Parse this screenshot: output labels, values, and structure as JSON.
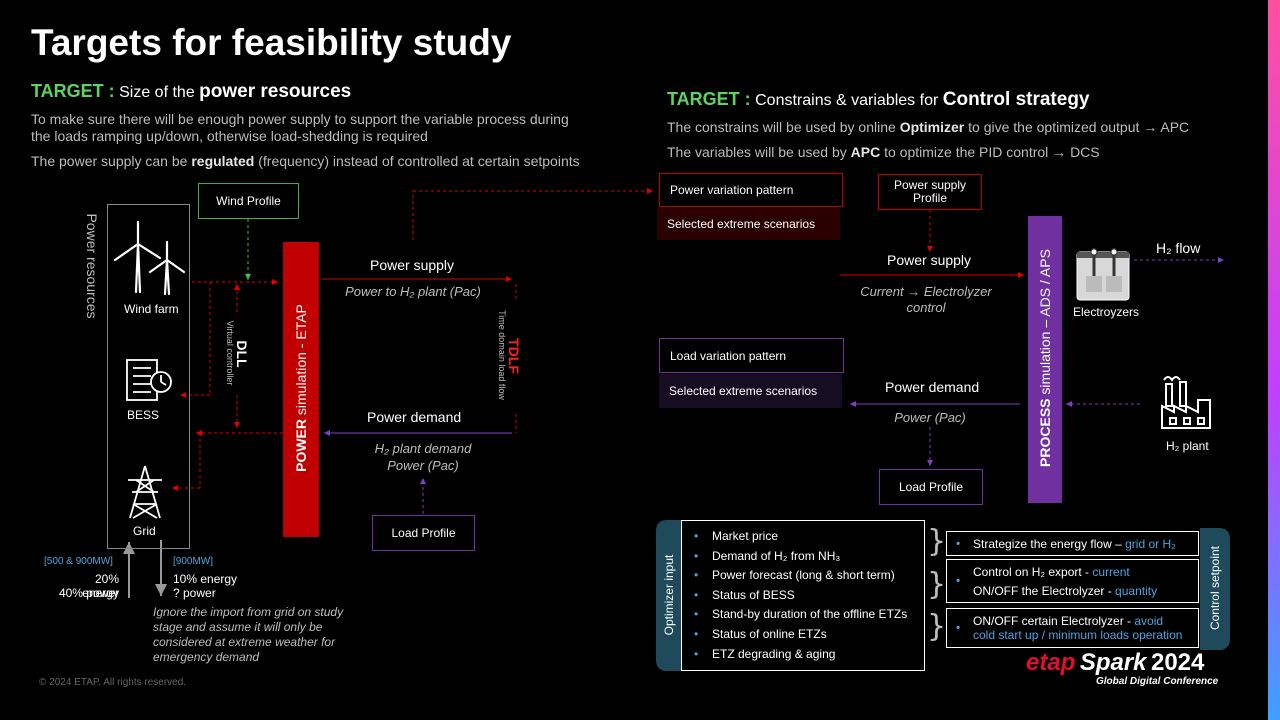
{
  "title": "Targets for feasibility study",
  "left_target": {
    "key": "TARGET :",
    "pre": "Size of the",
    "bold": "power resources",
    "para1": "To make sure there will be enough power supply to support the variable process during the loads ramping up/down, otherwise load-shedding is required",
    "para2_pre": "The power supply can be",
    "para2_bold": "regulated",
    "para2_post": "(frequency) instead of controlled at certain setpoints"
  },
  "right_target": {
    "key": "TARGET :",
    "pre": "Constrains & variables for",
    "bold": "Control strategy",
    "line1_pre": "The constrains will be used by online",
    "line1_bold": "Optimizer",
    "line1_post": "to give the optimized output → APC",
    "line2_pre": "The variables will be used by",
    "line2_bold": "APC",
    "line2_post": "to optimize the PID control → DCS"
  },
  "power_side": {
    "resources_label": "Power resources",
    "wind_farm": "Wind farm",
    "bess": "BESS",
    "grid": "Grid",
    "wind_profile": "Wind Profile",
    "dll": "DLL",
    "dll_sub": "Virtual controller",
    "power_sim_bold": "POWER",
    "power_sim_rest": " simulation - ETAP",
    "power_supply": "Power supply",
    "power_supply_sub": "Power to H₂ plant (Pac)",
    "tdlf": "TDLF",
    "tdlf_sub": "Time domain load flow",
    "power_demand": "Power demand",
    "power_demand_sub1": "H₂ plant demand",
    "power_demand_sub2": "Power (Pac)",
    "load_profile": "Load Profile",
    "grid_import_range": "[500 & 900MW]",
    "grid_import_1": "20% energy",
    "grid_import_2": "40% power",
    "grid_export_range": "[900MW]",
    "grid_export_1": "10% energy",
    "grid_export_2": "? power",
    "note": "Ignore the import from grid on study stage and assume it will only be considered at extreme weather for emergency demand"
  },
  "process_side": {
    "power_variation": "Power variation pattern",
    "selected_1": "Selected extreme scenarios",
    "power_supply_profile": "Power supply Profile",
    "power_supply": "Power supply",
    "power_supply_sub1": "Current → Electrolyzer",
    "power_supply_sub2": "control",
    "load_variation": "Load variation pattern",
    "selected_2": "Selected extreme scenarios",
    "power_demand": "Power demand",
    "power_demand_sub": "Power (Pac)",
    "load_profile": "Load Profile",
    "process_sim_bold": "PROCESS",
    "process_sim_rest": " simulation – ADS / APS",
    "h2_flow": "H₂ flow",
    "electrolyzers": "Electroyzers",
    "h2_plant": "H₂ plant"
  },
  "optimizer": {
    "label": "Optimizer input",
    "items": [
      "Market price",
      "Demand of H₂ from NH₃",
      "Power forecast (long & short term)",
      "Status of BESS",
      "Stand-by duration of the offline ETZs",
      "Status of online ETZs",
      "ETZ degrading & aging"
    ]
  },
  "control": {
    "label": "Control setpoint",
    "b1_pre": "Strategize the energy flow –",
    "b1_blue": "grid or H₂",
    "b2_l1_pre": "Control on H₂ export  -",
    "b2_l1_blue": "current",
    "b2_l2_pre": "ON/OFF the Electrolyzer -",
    "b2_l2_blue": "quantity",
    "b3_l1_pre": "ON/OFF certain Electrolyzer -",
    "b3_l1_blue": "avoid",
    "b3_l2_blue": "cold start up / minimum loads operation"
  },
  "footer": {
    "copyright": "© 2024 ETAP. All rights reserved.",
    "logo_etap": "etap",
    "logo_spark": "Spark",
    "logo_year": "2024",
    "logo_sub": "Global Digital Conference"
  },
  "colors": {
    "red": "#c00000",
    "purple": "#7030a0",
    "green": "#5fd35f",
    "blue": "#4fa3e0"
  }
}
